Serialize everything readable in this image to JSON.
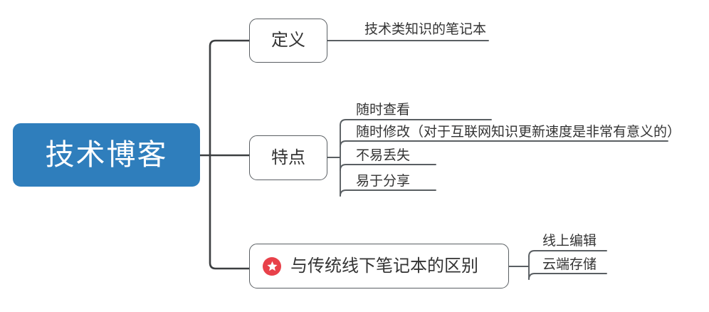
{
  "mindmap": {
    "root": {
      "label": "技术博客",
      "color": "#2f7ebc",
      "text_color": "#ffffff"
    },
    "branches": [
      {
        "label": "定义",
        "leaves": [
          {
            "label": "技术类知识的笔记本"
          }
        ]
      },
      {
        "label": "特点",
        "leaves": [
          {
            "label": "随时查看"
          },
          {
            "label": "随时修改（对于互联网知识更新速度是非常有意义的）"
          },
          {
            "label": "不易丢失"
          },
          {
            "label": "易于分享"
          }
        ]
      },
      {
        "label": "与传统线下笔记本的区别",
        "icon": "star-icon",
        "icon_color": "#e8414a",
        "leaves": [
          {
            "label": "线上编辑"
          },
          {
            "label": "云端存储"
          }
        ]
      }
    ],
    "style": {
      "line_color": "#3c3f41",
      "node_border_color": "#5a5f63",
      "node_text_color": "#333333"
    }
  }
}
